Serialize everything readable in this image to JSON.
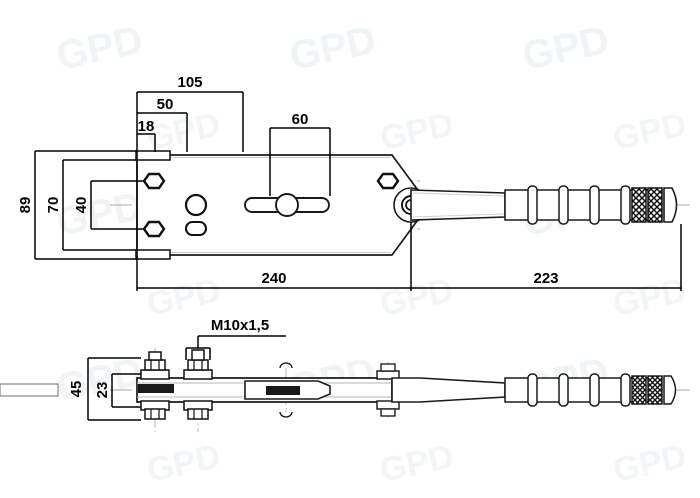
{
  "drawing": {
    "type": "engineering-dimension-drawing",
    "subject": "toggle clamp / latch with threaded spindle and knurled handle",
    "background_color": "#ffffff",
    "line_color": "#1a1a1a",
    "centerline_color": "#9a9a9a",
    "hidden_line_color": "#8c8c8c",
    "units_note": "millimetres (unmarked)",
    "views": [
      {
        "id": "top-view",
        "name": "plan view",
        "label": ""
      },
      {
        "id": "side-view",
        "name": "side elevation",
        "label": ""
      }
    ],
    "dimensions": {
      "top_view": {
        "d18": "18",
        "d50": "50",
        "d105": "105",
        "d60": "60",
        "d89": "89",
        "d70": "70",
        "d40": "40",
        "d240": "240",
        "d223": "223"
      },
      "side_view": {
        "d45": "45",
        "d23": "23",
        "thread": "M10x1,5"
      }
    },
    "features": {
      "hex_nuts": 3,
      "round_holes": 1,
      "slot_holes": 2,
      "grip_rings": 4,
      "knurl_bands": 2,
      "pivot_rings": 3,
      "detail_circle": "dashed reference circle"
    },
    "watermark": {
      "visible": true,
      "opacity": "very-faint",
      "color": "#eef2f4"
    }
  }
}
